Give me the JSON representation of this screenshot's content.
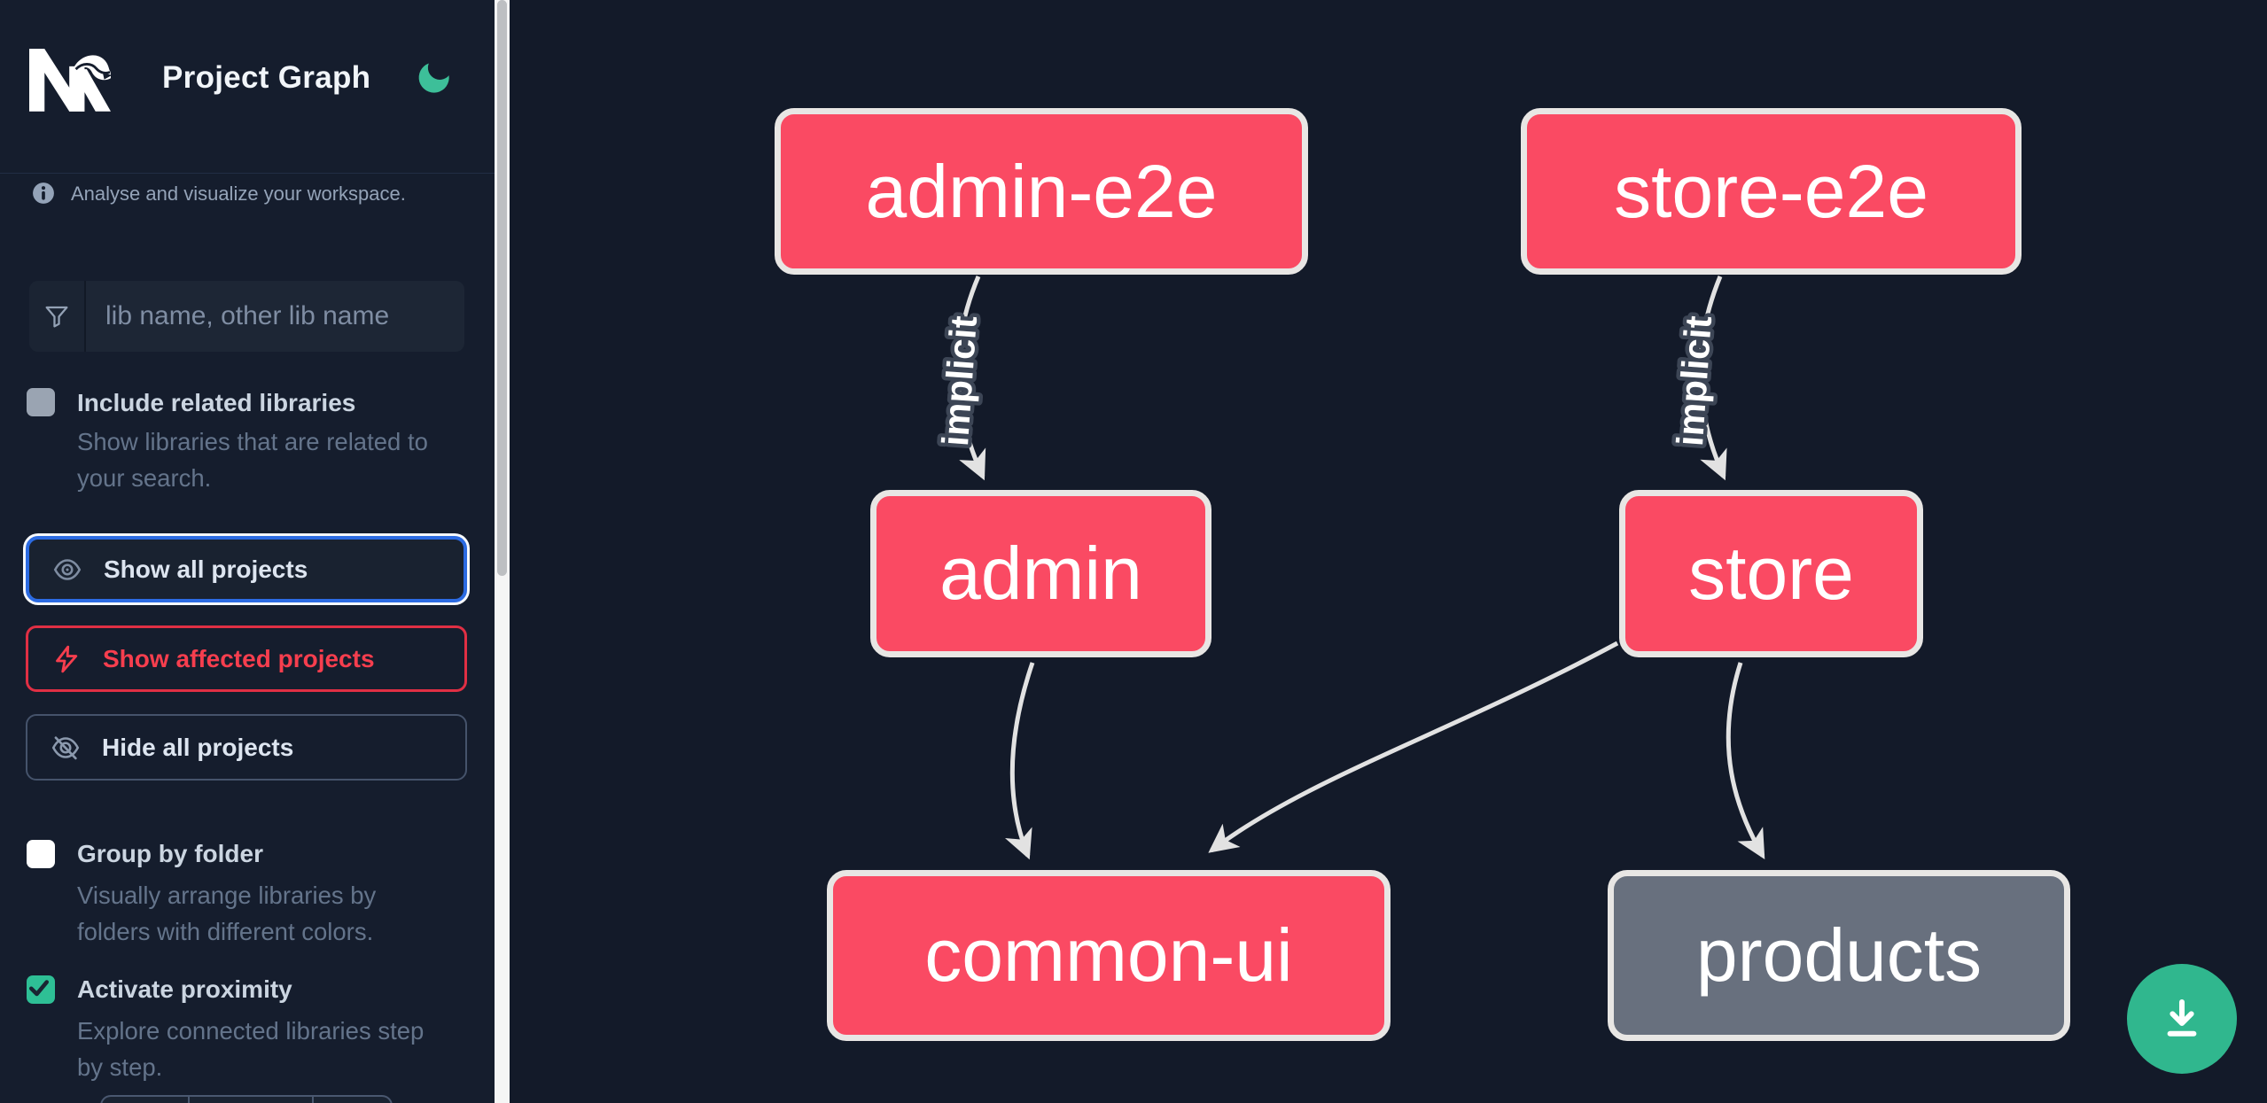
{
  "app": {
    "title": "Project Graph",
    "logo_text": "Nx"
  },
  "sidebar": {
    "info_text": "Analyse and visualize your workspace.",
    "search": {
      "placeholder": "lib name, other lib name",
      "value": ""
    },
    "options": [
      {
        "label": "Include related libraries",
        "description": "Show libraries that are related to\nyour search.",
        "checked": false
      },
      {
        "label": "Group by folder",
        "description": "Visually arrange libraries by\nfolders with different colors.",
        "checked": false
      },
      {
        "label": "Activate proximity",
        "description": "Explore connected libraries step\nby step.",
        "checked": true
      }
    ],
    "actions": [
      {
        "label": "Show all projects",
        "state": "focused"
      },
      {
        "label": "Show affected projects",
        "state": "affected"
      },
      {
        "label": "Hide all projects",
        "state": "default"
      }
    ]
  },
  "graph": {
    "nodes": [
      {
        "id": "admin-e2e",
        "label": "admin-e2e",
        "color": "#fa4a63"
      },
      {
        "id": "store-e2e",
        "label": "store-e2e",
        "color": "#fa4a63"
      },
      {
        "id": "admin",
        "label": "admin",
        "color": "#fa4a63"
      },
      {
        "id": "store",
        "label": "store",
        "color": "#fa4a63"
      },
      {
        "id": "common-ui",
        "label": "common-ui",
        "color": "#fa4a63"
      },
      {
        "id": "products",
        "label": "products",
        "color": "#68707e"
      }
    ],
    "edges": [
      {
        "from": "admin-e2e",
        "to": "admin",
        "label": "implicit"
      },
      {
        "from": "store-e2e",
        "to": "store",
        "label": "implicit"
      },
      {
        "from": "admin",
        "to": "common-ui",
        "label": ""
      },
      {
        "from": "store",
        "to": "common-ui",
        "label": ""
      },
      {
        "from": "store",
        "to": "products",
        "label": ""
      }
    ]
  },
  "colors": {
    "accent_green": "#30b78e",
    "node_pink": "#fa4a63",
    "node_gray": "#68707e",
    "affected_red": "#f63e4e",
    "focus_blue": "#2c6be2",
    "edge": "#e2e2e2"
  }
}
